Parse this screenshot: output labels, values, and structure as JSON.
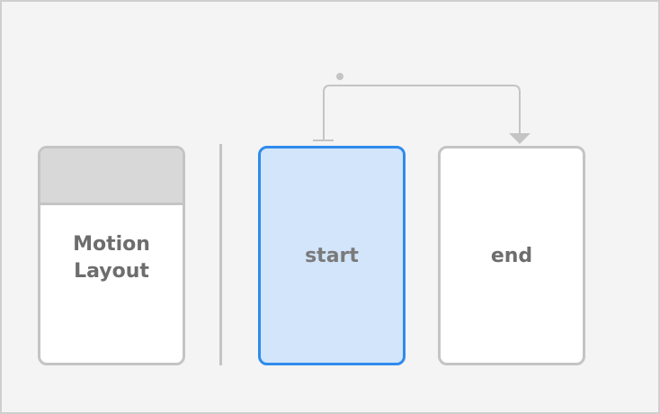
{
  "motion_layout": {
    "label": "Motion\nLayout"
  },
  "constraint_sets": [
    {
      "label": "start",
      "state": "selected"
    },
    {
      "label": "end",
      "state": "default"
    }
  ],
  "transition": {
    "from": "start",
    "to": "end"
  },
  "colors": {
    "background": "#f4f4f4",
    "selected_border": "#2f8bed",
    "selected_fill": "#d2e5fa",
    "card_border": "#c4c4c4",
    "text": "#6d6d6d"
  }
}
